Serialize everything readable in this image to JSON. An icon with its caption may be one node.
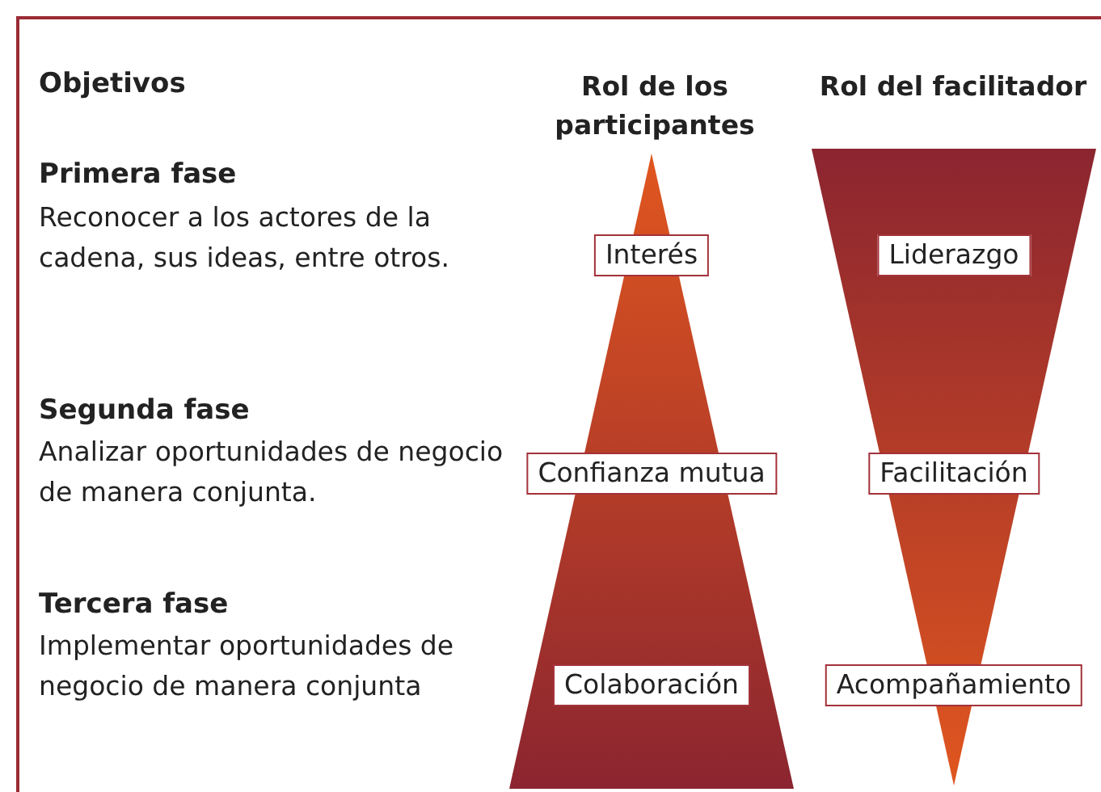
{
  "diagram": {
    "nodes": [
      {
        "text": [
          "Rol de los participantes"
        ]
      },
      {
        "text": [
          "Interés"
        ],
        "in": 0
      },
      {
        "text": [
          "Confianza mutua"
        ],
        "in": 0
      },
      {
        "text": [
          "Colaboración"
        ],
        "in": 0
      },
      {
        "text": [
          "Rol del facilitador"
        ]
      },
      {
        "text": [
          "Liderazgo"
        ],
        "in": 4
      },
      {
        "text": [
          "Facilitación"
        ],
        "in": 4
      },
      {
        "text": [
          "Acompañamiento"
        ],
        "in": 4
      }
    ],
    "edges": [],
    "labels": [
      "Objetivos",
      "Primera fase",
      "Reconocer a los actores de la cadena, sus ideas, entre otros.",
      "Segunda fase",
      "Analizar oportunidades de negocio de manera conjunta.",
      "Tercera fase",
      "Implementar oportunidades de negocio de manera conjunta"
    ]
  }
}
